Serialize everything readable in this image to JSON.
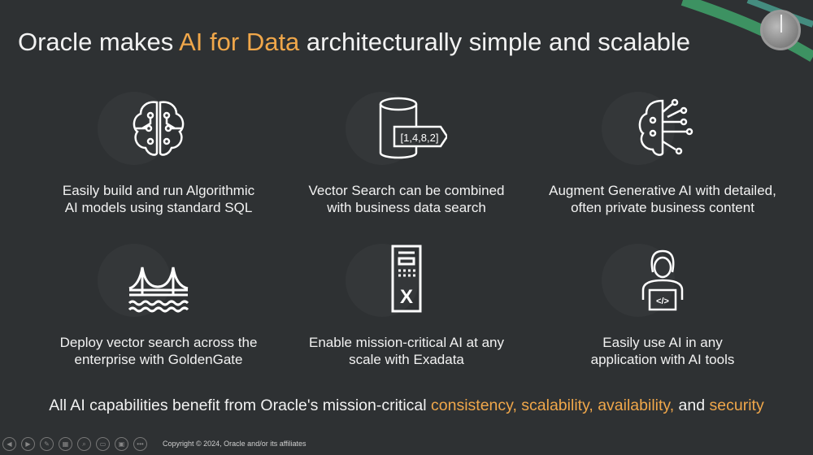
{
  "slide": {
    "title_parts": {
      "before": "Oracle makes ",
      "highlight": "AI for Data",
      "after": " architecturally simple and scalable"
    },
    "cards": [
      {
        "icon": "brain-circuit-icon",
        "line1": "Easily build and run Algorithmic",
        "line2": "AI models using standard SQL"
      },
      {
        "icon": "database-vector-icon",
        "vector_label": "[1,4,8,2]",
        "line1": "Vector Search can be combined",
        "line2": "with business data search"
      },
      {
        "icon": "ai-brain-icon",
        "line1": "Augment Generative AI with detailed,",
        "line2": "often private business content"
      },
      {
        "icon": "bridge-icon",
        "line1": "Deploy vector search across the",
        "line2": "enterprise with GoldenGate"
      },
      {
        "icon": "exadata-rack-icon",
        "rack_label": "X",
        "line1": "Enable mission-critical AI at any",
        "line2": "scale with Exadata"
      },
      {
        "icon": "developer-icon",
        "code_label": "</>",
        "line1": "Easily use AI in any",
        "line2": "application with AI tools"
      }
    ],
    "footer": {
      "prefix": "All AI capabilities benefit from Oracle's mission-critical ",
      "h1": "consistency, scalability, availability,",
      "mid": " and ",
      "h2": "security"
    },
    "copyright": "Copyright © 2024, Oracle and/or its affiliates"
  },
  "colors": {
    "background": "#2e3133",
    "accent": "#f0a74a",
    "stripe": "#3fa36b"
  },
  "controls": [
    "previous-icon",
    "next-icon",
    "pen-icon",
    "slides-icon",
    "zoom-icon",
    "subtitles-icon",
    "camera-off-icon",
    "more-icon"
  ]
}
